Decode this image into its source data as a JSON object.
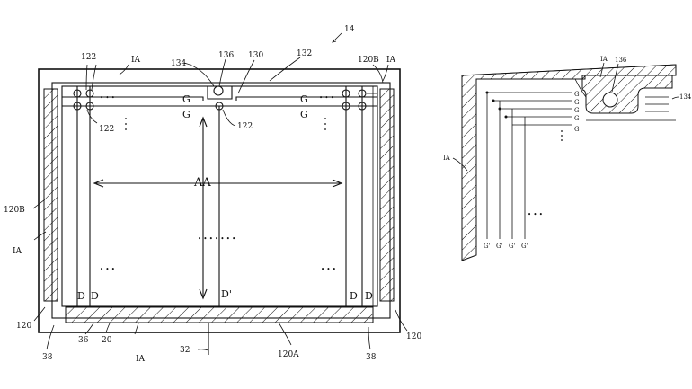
{
  "main_figure": {
    "ref_14": "14",
    "ref_ia_top": "IA",
    "ref_ia_top_right": "IA",
    "ref_ia_left": "IA",
    "ref_ia_bottom": "IA",
    "ref_120b_left": "120B",
    "ref_120b_right": "120B",
    "ref_120_left": "120",
    "ref_120_right": "120",
    "ref_122_top": "122",
    "ref_122_left_lower": "122",
    "ref_122_center": "122",
    "ref_134": "134",
    "ref_136": "136",
    "ref_130": "130",
    "ref_132": "132",
    "ref_38_left": "38",
    "ref_38_right": "38",
    "ref_36": "36",
    "ref_20": "20",
    "ref_32": "32",
    "ref_120a": "120A",
    "g_top_mid": "G",
    "g_top_right": "G",
    "g_second_mid": "G",
    "g_second_right": "G",
    "aa": "AA",
    "d_1": "D",
    "d_2": "D",
    "d_3": "D",
    "d_4": "D",
    "d_prime": "D'",
    "dots_top_left": "• • •",
    "dots_top_right": "• • •",
    "dots_center": "• • • • • • •",
    "dots_bottom_left": "• • •",
    "dots_bottom_right": "• • •"
  },
  "detail_figure": {
    "ref_ia_top": "IA",
    "ref_136": "136",
    "ref_134": "134",
    "ref_ia_left": "IA",
    "g_rows": [
      "G",
      "G",
      "G",
      "G",
      "G"
    ],
    "g_prime_cols": [
      "G'",
      "G'",
      "G'",
      "G'"
    ],
    "dots_right": "• • •"
  }
}
